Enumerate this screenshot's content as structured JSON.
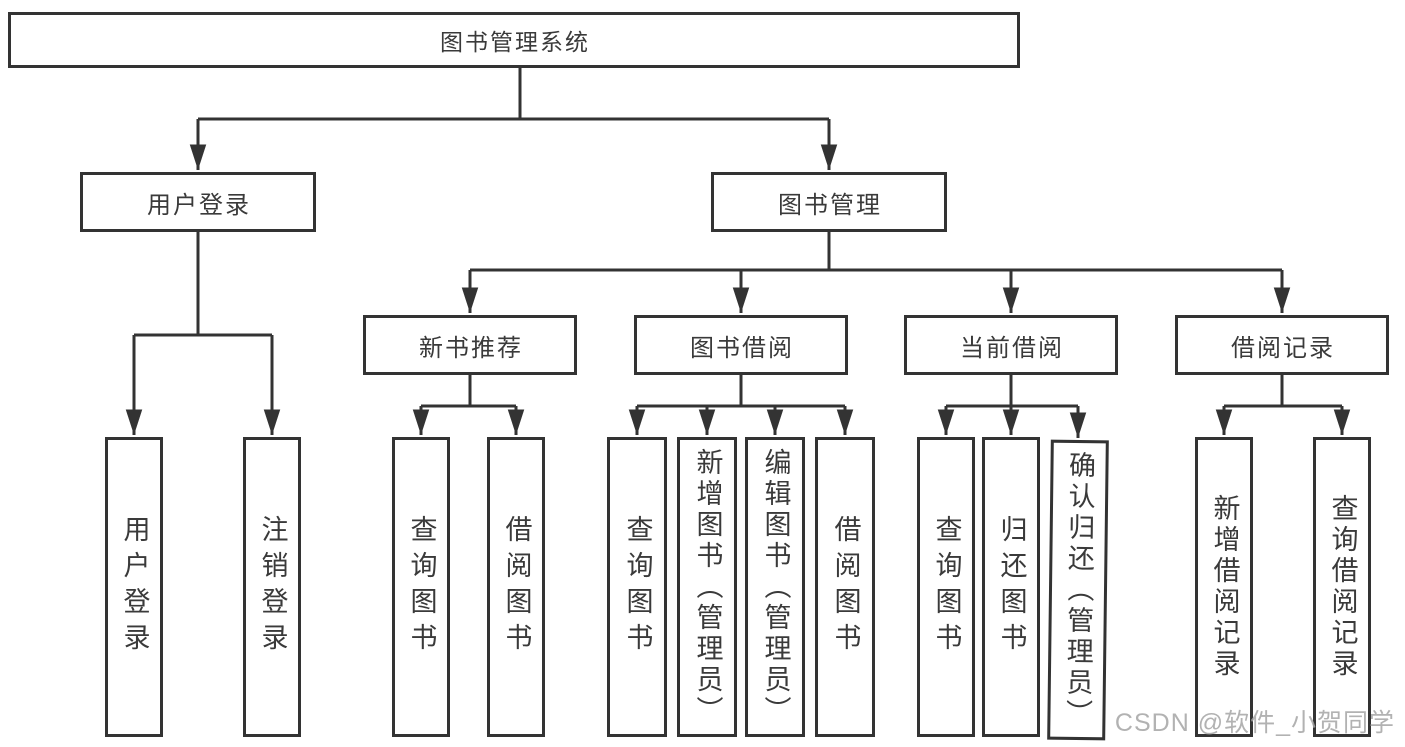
{
  "tree": {
    "label": "图书管理系统",
    "children": [
      {
        "label": "用户登录",
        "children": [
          {
            "label": "用户登录"
          },
          {
            "label": "注销登录"
          }
        ]
      },
      {
        "label": "图书管理",
        "children": [
          {
            "label": "新书推荐",
            "children": [
              {
                "label": "查询图书"
              },
              {
                "label": "借阅图书"
              }
            ]
          },
          {
            "label": "图书借阅",
            "children": [
              {
                "label": "查询图书"
              },
              {
                "label": "新增图书（管理员）"
              },
              {
                "label": "编辑图书（管理员）"
              },
              {
                "label": "借阅图书"
              }
            ]
          },
          {
            "label": "当前借阅",
            "children": [
              {
                "label": "查询图书"
              },
              {
                "label": "归还图书"
              },
              {
                "label": "确认归还（管理员）"
              }
            ]
          },
          {
            "label": "借阅记录",
            "children": [
              {
                "label": "新增借阅记录"
              },
              {
                "label": "查询借阅记录"
              }
            ]
          }
        ]
      }
    ]
  },
  "watermark": {
    "text": "CSDN @软件_小贺同学"
  },
  "colors": {
    "line": "#333333",
    "text": "#3a3a3a",
    "background": "#ffffff",
    "watermark": "#a4a4a4"
  }
}
